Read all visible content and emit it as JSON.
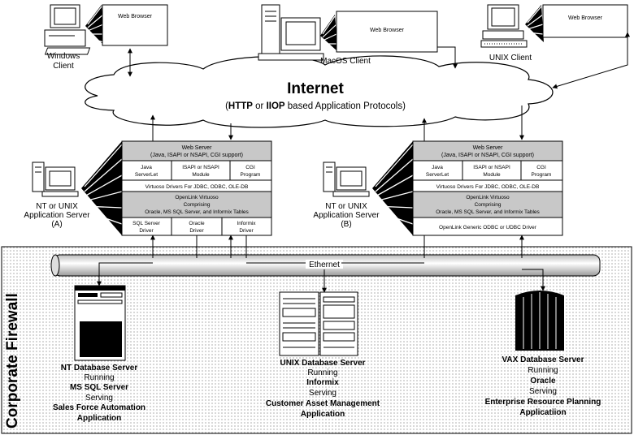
{
  "clients": {
    "windows": {
      "label_line1": "Windows",
      "label_line2": "Client",
      "browser": "Web Browser"
    },
    "macos": {
      "label": "MacOS Client",
      "browser": "Web Browser"
    },
    "unix": {
      "label": "UNIX Client",
      "browser": "Web Browser"
    }
  },
  "internet": {
    "title": "Internet",
    "subtitle_open": "(",
    "subtitle_http": "HTTP",
    "subtitle_or": " or ",
    "subtitle_iiop": "IIOP",
    "subtitle_rest": " based Application Protocols)"
  },
  "server_a": {
    "label_line1": "NT or UNIX",
    "label_line2": "Application Server",
    "label_line3": "(A)",
    "web_server_line1": "Web Server",
    "web_server_line2": "(Java, ISAPI or NSAPI, CGI support)",
    "java_line1": "Java",
    "java_line2": "ServerLet",
    "isapi_line1": "ISAPI or NSAPI",
    "isapi_line2": "Module",
    "cgi_line1": "CGI",
    "cgi_line2": "Program",
    "drivers": "Virtuoso Drivers For JDBC, ODBC, OLE-DB",
    "virtuoso_line1": "OpenLink Virtuoso",
    "virtuoso_line2": "Comprising",
    "virtuoso_line3": "Oracle, MS SQL Server, and Informix Tables",
    "sqlserver_line1": "SQL Server",
    "sqlserver_line2": "Driver",
    "oracle_line1": "Oracle",
    "oracle_line2": "Driver",
    "informix_line1": "Informix",
    "informix_line2": "Driver"
  },
  "server_b": {
    "label_line1": "NT or UNIX",
    "label_line2": "Application Server",
    "label_line3": "(B)",
    "web_server_line1": "Web Server",
    "web_server_line2": "(Java, ISAPI or NSAPI, CGI support)",
    "java_line1": "Java",
    "java_line2": "ServerLet",
    "isapi_line1": "ISAPI or NSAPI",
    "isapi_line2": "Module",
    "cgi_line1": "CGI",
    "cgi_line2": "Program",
    "drivers": "Virtuoso Drivers For JDBC, ODBC, OLE-DB",
    "virtuoso_line1": "OpenLink Virtuoso",
    "virtuoso_line2": "Comprising",
    "virtuoso_line3": "Oracle, MS SQL Server, and Informix Tables",
    "generic_driver": "OpenLink Generic ODBC or UDBC Driver"
  },
  "firewall": {
    "label": "Corporate Firewall"
  },
  "network": {
    "label": "Ethernet"
  },
  "databases": {
    "nt": {
      "l1": "NT Database Server",
      "l2": "Running",
      "l3": "MS SQL Server",
      "l4": "Serving",
      "l5": "Sales Force Automation",
      "l6": "Application"
    },
    "unix": {
      "l1": "UNIX Database Server",
      "l2": "Running",
      "l3": "Informix",
      "l4": "Serving",
      "l5": "Customer Asset Management",
      "l6": "Application"
    },
    "vax": {
      "l1": "VAX  Database Server",
      "l2": "Running",
      "l3": "Oracle",
      "l4": "Serving",
      "l5": "Enterprise Resource Planning",
      "l6": "Applicatiion"
    }
  },
  "colors": {
    "box_header": "#c8c8c8",
    "line": "#000000",
    "background": "#ffffff"
  }
}
